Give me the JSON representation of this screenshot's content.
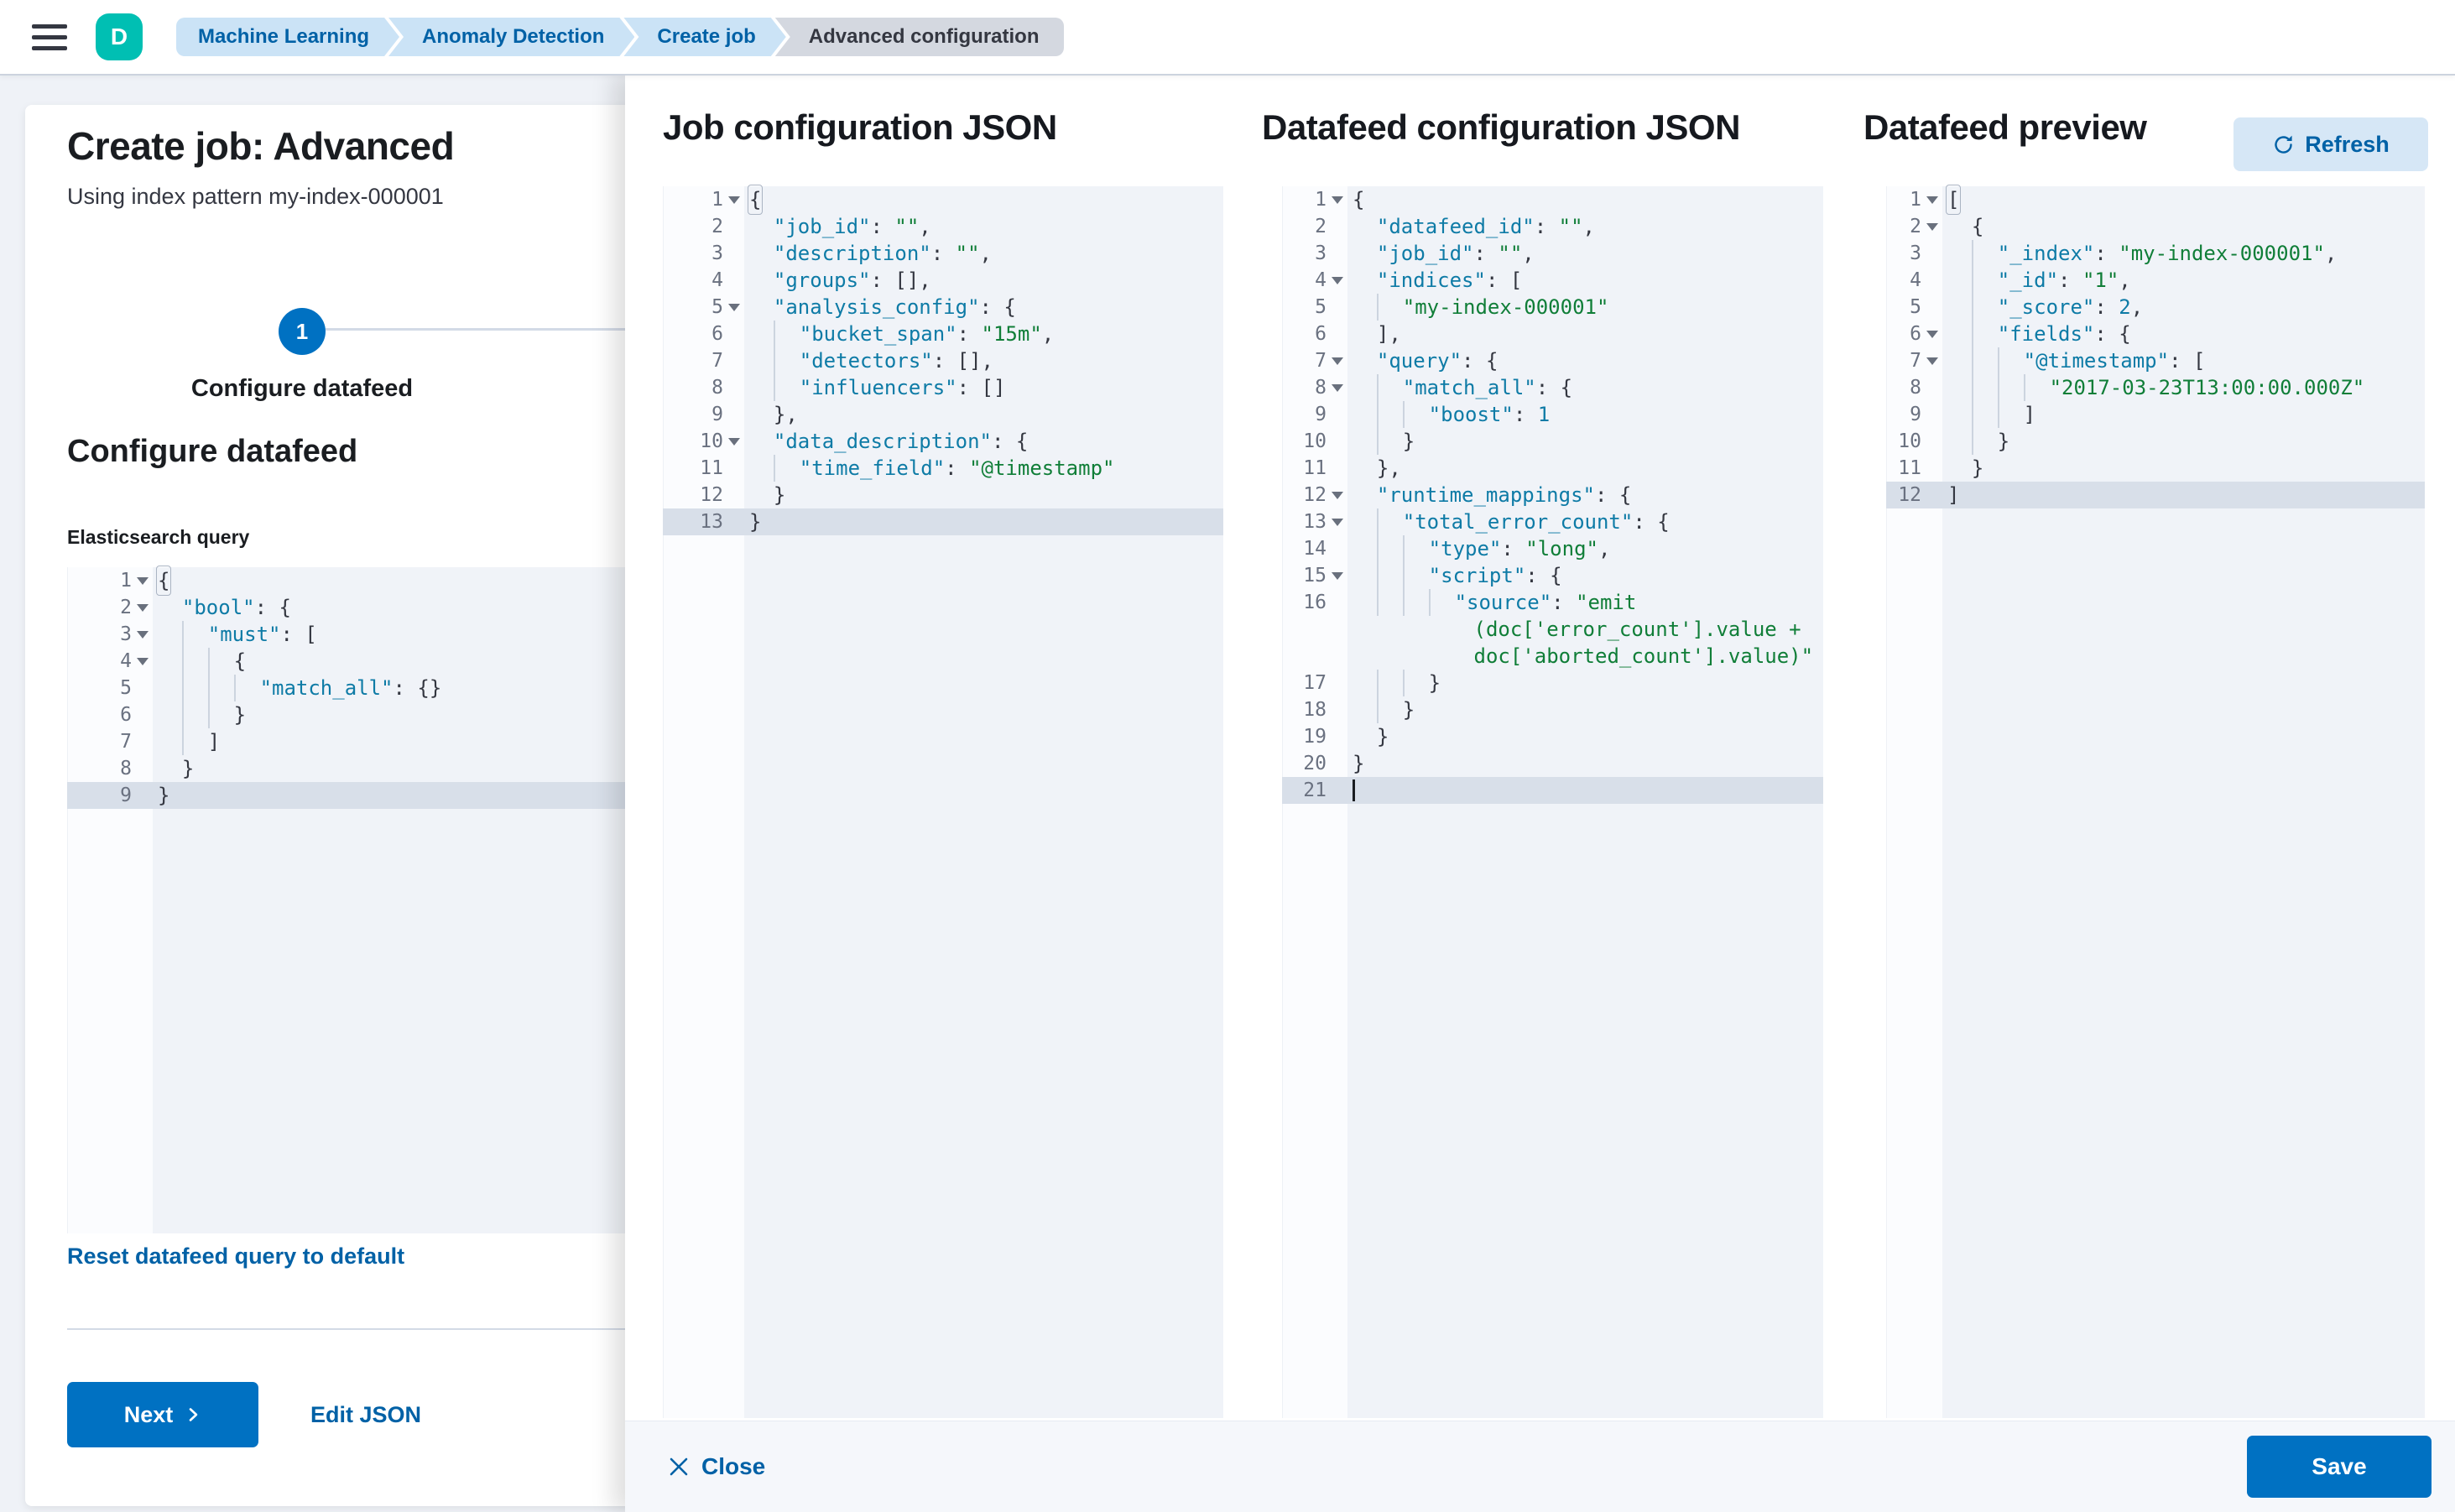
{
  "header": {
    "avatar_initial": "D",
    "breadcrumbs": [
      {
        "label": "Machine Learning",
        "active": false
      },
      {
        "label": "Anomaly Detection",
        "active": false
      },
      {
        "label": "Create job",
        "active": false
      },
      {
        "label": "Advanced configuration",
        "active": true
      }
    ]
  },
  "wizard": {
    "title": "Create job: Advanced",
    "subtitle": "Using index pattern my-index-000001",
    "step_number": "1",
    "step_label": "Configure datafeed",
    "section_heading": "Configure datafeed",
    "query_label": "Elasticsearch query",
    "reset_link": "Reset datafeed query to default",
    "next_label": "Next",
    "edit_json_label": "Edit JSON"
  },
  "colors": {
    "primary_blue": "#0071c2",
    "link_blue": "#0061a6",
    "avatar_green": "#00bfb3",
    "breadcrumb_blue_bg": "#cbe3f6",
    "breadcrumb_active_bg": "#d4d8e0",
    "code_key": "#0e7ba6",
    "code_string": "#107e38",
    "active_line_bg": "#d8dfe9",
    "editor_bg": "#f0f3f8"
  },
  "editors": {
    "es_query": {
      "lines": [
        {
          "n": "1",
          "f": 1,
          "i": 0,
          "c": [
            [
              "bm",
              "{"
            ]
          ]
        },
        {
          "n": "2",
          "f": 1,
          "i": 1,
          "c": [
            [
              "k",
              "\"bool\""
            ],
            [
              "p",
              ": {"
            ]
          ]
        },
        {
          "n": "3",
          "f": 1,
          "i": 2,
          "c": [
            [
              "k",
              "\"must\""
            ],
            [
              "p",
              ": ["
            ]
          ]
        },
        {
          "n": "4",
          "f": 1,
          "i": 3,
          "c": [
            [
              "p",
              "{"
            ]
          ]
        },
        {
          "n": "5",
          "f": 0,
          "i": 4,
          "c": [
            [
              "k",
              "\"match_all\""
            ],
            [
              "p",
              ": {}"
            ]
          ]
        },
        {
          "n": "6",
          "f": 0,
          "i": 3,
          "c": [
            [
              "p",
              "}"
            ]
          ]
        },
        {
          "n": "7",
          "f": 0,
          "i": 2,
          "c": [
            [
              "p",
              "]"
            ]
          ]
        },
        {
          "n": "8",
          "f": 0,
          "i": 1,
          "c": [
            [
              "p",
              "}"
            ]
          ]
        },
        {
          "n": "9",
          "f": 0,
          "i": 0,
          "hl": 1,
          "c": [
            [
              "p",
              "}"
            ]
          ]
        }
      ]
    },
    "job_config": {
      "heading": "Job configuration JSON",
      "lines": [
        {
          "n": "1",
          "f": 1,
          "i": 0,
          "c": [
            [
              "bm",
              "{"
            ]
          ]
        },
        {
          "n": "2",
          "f": 0,
          "i": 1,
          "c": [
            [
              "k",
              "\"job_id\""
            ],
            [
              "p",
              ": "
            ],
            [
              "s",
              "\"\""
            ],
            [
              "p",
              ","
            ]
          ]
        },
        {
          "n": "3",
          "f": 0,
          "i": 1,
          "c": [
            [
              "k",
              "\"description\""
            ],
            [
              "p",
              ": "
            ],
            [
              "s",
              "\"\""
            ],
            [
              "p",
              ","
            ]
          ]
        },
        {
          "n": "4",
          "f": 0,
          "i": 1,
          "c": [
            [
              "k",
              "\"groups\""
            ],
            [
              "p",
              ": [],"
            ]
          ]
        },
        {
          "n": "5",
          "f": 1,
          "i": 1,
          "c": [
            [
              "k",
              "\"analysis_config\""
            ],
            [
              "p",
              ": {"
            ]
          ]
        },
        {
          "n": "6",
          "f": 0,
          "i": 2,
          "c": [
            [
              "k",
              "\"bucket_span\""
            ],
            [
              "p",
              ": "
            ],
            [
              "s",
              "\"15m\""
            ],
            [
              "p",
              ","
            ]
          ]
        },
        {
          "n": "7",
          "f": 0,
          "i": 2,
          "c": [
            [
              "k",
              "\"detectors\""
            ],
            [
              "p",
              ": [],"
            ]
          ]
        },
        {
          "n": "8",
          "f": 0,
          "i": 2,
          "c": [
            [
              "k",
              "\"influencers\""
            ],
            [
              "p",
              ": []"
            ]
          ]
        },
        {
          "n": "9",
          "f": 0,
          "i": 1,
          "c": [
            [
              "p",
              "},"
            ]
          ]
        },
        {
          "n": "10",
          "f": 1,
          "i": 1,
          "c": [
            [
              "k",
              "\"data_description\""
            ],
            [
              "p",
              ": {"
            ]
          ]
        },
        {
          "n": "11",
          "f": 0,
          "i": 2,
          "c": [
            [
              "k",
              "\"time_field\""
            ],
            [
              "p",
              ": "
            ],
            [
              "s",
              "\"@timestamp\""
            ]
          ]
        },
        {
          "n": "12",
          "f": 0,
          "i": 1,
          "c": [
            [
              "p",
              "}"
            ]
          ]
        },
        {
          "n": "13",
          "f": 0,
          "i": 0,
          "hl": 1,
          "c": [
            [
              "p",
              "}"
            ]
          ]
        }
      ]
    },
    "datafeed_config": {
      "heading": "Datafeed configuration JSON",
      "lines": [
        {
          "n": "1",
          "f": 1,
          "i": 0,
          "c": [
            [
              "p",
              "{"
            ]
          ]
        },
        {
          "n": "2",
          "f": 0,
          "i": 1,
          "c": [
            [
              "k",
              "\"datafeed_id\""
            ],
            [
              "p",
              ": "
            ],
            [
              "s",
              "\"\""
            ],
            [
              "p",
              ","
            ]
          ]
        },
        {
          "n": "3",
          "f": 0,
          "i": 1,
          "c": [
            [
              "k",
              "\"job_id\""
            ],
            [
              "p",
              ": "
            ],
            [
              "s",
              "\"\""
            ],
            [
              "p",
              ","
            ]
          ]
        },
        {
          "n": "4",
          "f": 1,
          "i": 1,
          "c": [
            [
              "k",
              "\"indices\""
            ],
            [
              "p",
              ": ["
            ]
          ]
        },
        {
          "n": "5",
          "f": 0,
          "i": 2,
          "c": [
            [
              "s",
              "\"my-index-000001\""
            ]
          ]
        },
        {
          "n": "6",
          "f": 0,
          "i": 1,
          "c": [
            [
              "p",
              "],"
            ]
          ]
        },
        {
          "n": "7",
          "f": 1,
          "i": 1,
          "c": [
            [
              "k",
              "\"query\""
            ],
            [
              "p",
              ": {"
            ]
          ]
        },
        {
          "n": "8",
          "f": 1,
          "i": 2,
          "c": [
            [
              "k",
              "\"match_all\""
            ],
            [
              "p",
              ": {"
            ]
          ]
        },
        {
          "n": "9",
          "f": 0,
          "i": 3,
          "c": [
            [
              "k",
              "\"boost\""
            ],
            [
              "p",
              ": "
            ],
            [
              "n",
              "1"
            ]
          ]
        },
        {
          "n": "10",
          "f": 0,
          "i": 2,
          "c": [
            [
              "p",
              "}"
            ]
          ]
        },
        {
          "n": "11",
          "f": 0,
          "i": 1,
          "c": [
            [
              "p",
              "},"
            ]
          ]
        },
        {
          "n": "12",
          "f": 1,
          "i": 1,
          "c": [
            [
              "k",
              "\"runtime_mappings\""
            ],
            [
              "p",
              ": {"
            ]
          ]
        },
        {
          "n": "13",
          "f": 1,
          "i": 2,
          "c": [
            [
              "k",
              "\"total_error_count\""
            ],
            [
              "p",
              ": {"
            ]
          ]
        },
        {
          "n": "14",
          "f": 0,
          "i": 3,
          "c": [
            [
              "k",
              "\"type\""
            ],
            [
              "p",
              ": "
            ],
            [
              "s",
              "\"long\""
            ],
            [
              "p",
              ","
            ]
          ]
        },
        {
          "n": "15",
          "f": 1,
          "i": 3,
          "c": [
            [
              "k",
              "\"script\""
            ],
            [
              "p",
              ": {"
            ]
          ]
        },
        {
          "n": "16",
          "f": 0,
          "i": 4,
          "c": [
            [
              "k",
              "\"source\""
            ],
            [
              "p",
              ": "
            ],
            [
              "s",
              "\"emit"
            ]
          ]
        },
        {
          "n": "",
          "f": 0,
          "i": 0,
          "c": [
            [
              "p",
              "          "
            ],
            [
              "s",
              "(doc['error_count'].value +"
            ]
          ]
        },
        {
          "n": "",
          "f": 0,
          "i": 0,
          "c": [
            [
              "p",
              "          "
            ],
            [
              "s",
              "doc['aborted_count'].value)\""
            ]
          ]
        },
        {
          "n": "17",
          "f": 0,
          "i": 3,
          "c": [
            [
              "p",
              "}"
            ]
          ]
        },
        {
          "n": "18",
          "f": 0,
          "i": 2,
          "c": [
            [
              "p",
              "}"
            ]
          ]
        },
        {
          "n": "19",
          "f": 0,
          "i": 1,
          "c": [
            [
              "p",
              "}"
            ]
          ]
        },
        {
          "n": "20",
          "f": 0,
          "i": 0,
          "c": [
            [
              "p",
              "}"
            ]
          ]
        },
        {
          "n": "21",
          "f": 0,
          "i": 0,
          "hl": 1,
          "cur": 1,
          "c": []
        }
      ]
    },
    "preview": {
      "heading": "Datafeed preview",
      "refresh_label": "Refresh",
      "lines": [
        {
          "n": "1",
          "f": 1,
          "i": 0,
          "c": [
            [
              "bm",
              "["
            ]
          ]
        },
        {
          "n": "2",
          "f": 1,
          "i": 1,
          "c": [
            [
              "p",
              "{"
            ]
          ]
        },
        {
          "n": "3",
          "f": 0,
          "i": 2,
          "c": [
            [
              "k",
              "\"_index\""
            ],
            [
              "p",
              ": "
            ],
            [
              "s",
              "\"my-index-000001\""
            ],
            [
              "p",
              ","
            ]
          ]
        },
        {
          "n": "4",
          "f": 0,
          "i": 2,
          "c": [
            [
              "k",
              "\"_id\""
            ],
            [
              "p",
              ": "
            ],
            [
              "s",
              "\"1\""
            ],
            [
              "p",
              ","
            ]
          ]
        },
        {
          "n": "5",
          "f": 0,
          "i": 2,
          "c": [
            [
              "k",
              "\"_score\""
            ],
            [
              "p",
              ": "
            ],
            [
              "n",
              "2"
            ],
            [
              "p",
              ","
            ]
          ]
        },
        {
          "n": "6",
          "f": 1,
          "i": 2,
          "c": [
            [
              "k",
              "\"fields\""
            ],
            [
              "p",
              ": {"
            ]
          ]
        },
        {
          "n": "7",
          "f": 1,
          "i": 3,
          "c": [
            [
              "k",
              "\"@timestamp\""
            ],
            [
              "p",
              ": ["
            ]
          ]
        },
        {
          "n": "8",
          "f": 0,
          "i": 4,
          "c": [
            [
              "s",
              "\"2017-03-23T13:00:00.000Z\""
            ]
          ]
        },
        {
          "n": "9",
          "f": 0,
          "i": 3,
          "c": [
            [
              "p",
              "]"
            ]
          ]
        },
        {
          "n": "10",
          "f": 0,
          "i": 2,
          "c": [
            [
              "p",
              "}"
            ]
          ]
        },
        {
          "n": "11",
          "f": 0,
          "i": 1,
          "c": [
            [
              "p",
              "}"
            ]
          ]
        },
        {
          "n": "12",
          "f": 0,
          "i": 0,
          "hl": 1,
          "c": [
            [
              "p",
              "]"
            ]
          ]
        }
      ]
    }
  },
  "footer": {
    "close_label": "Close",
    "save_label": "Save"
  }
}
